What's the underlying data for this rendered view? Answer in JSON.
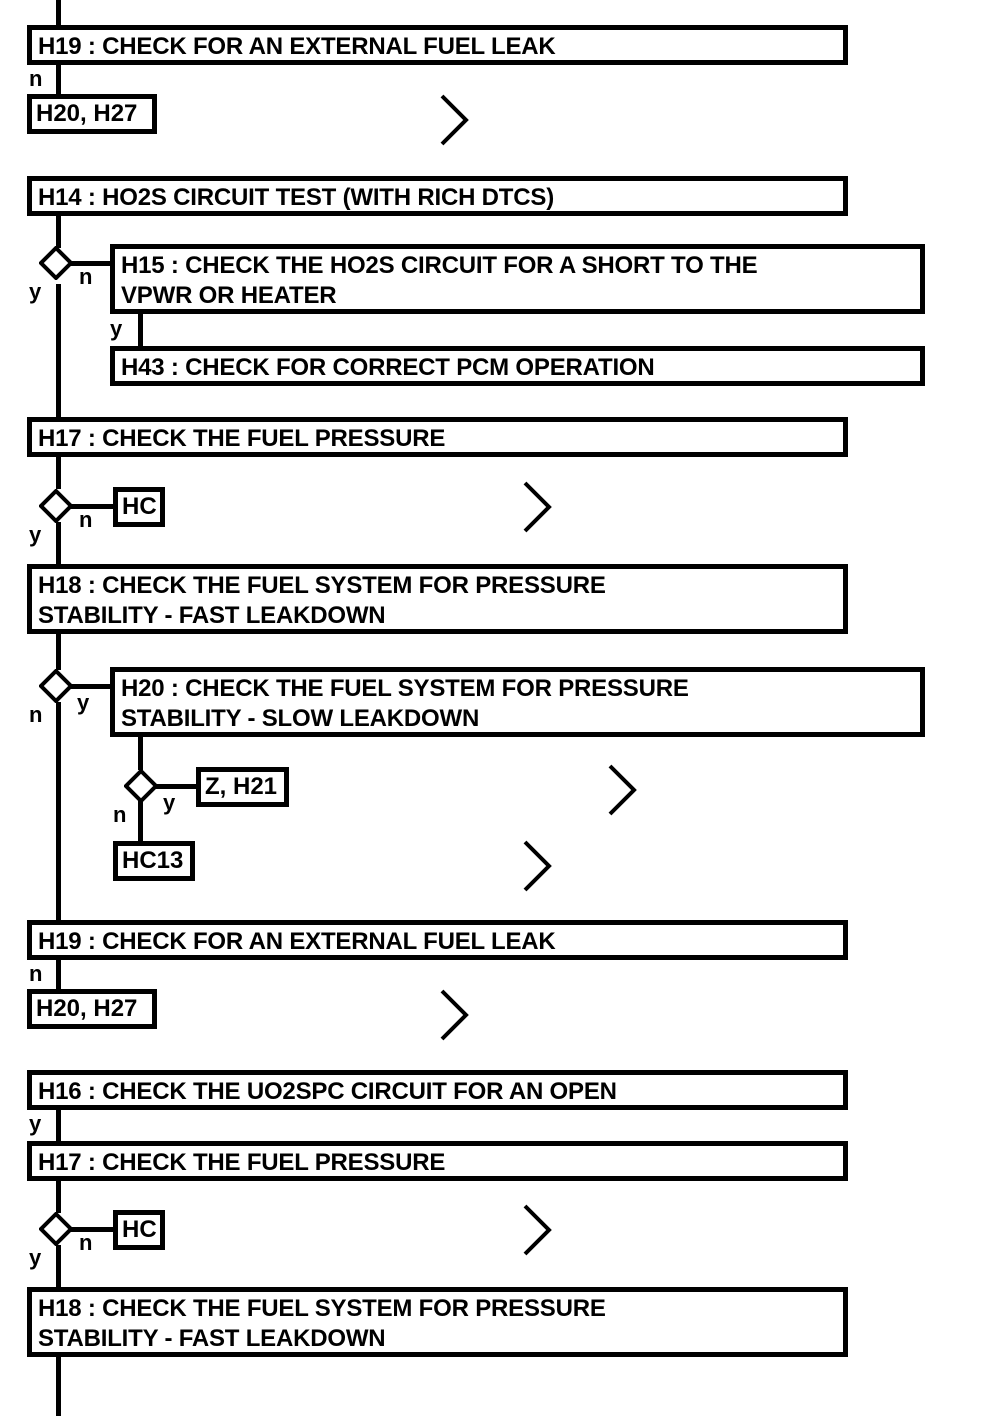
{
  "diagram": {
    "title": "Fuel System Diagnostic Flowchart",
    "stroke_color": "#000000",
    "background_color": "#ffffff",
    "nodes": [
      {
        "id": "h19a",
        "type": "step",
        "label": "H19 : CHECK FOR AN EXTERNAL FUEL LEAK"
      },
      {
        "id": "h20h27a",
        "type": "terminal",
        "label": "H20, H27"
      },
      {
        "id": "h14",
        "type": "step",
        "label": "H14 : HO2S CIRCUIT TEST (WITH RICH DTCS)"
      },
      {
        "id": "h15",
        "type": "step",
        "label": "H15 : CHECK THE HO2S CIRCUIT FOR A SHORT TO THE\nVPWR OR HEATER"
      },
      {
        "id": "h43",
        "type": "step",
        "label": "H43 : CHECK FOR CORRECT PCM OPERATION"
      },
      {
        "id": "h17a",
        "type": "step",
        "label": "H17 : CHECK THE FUEL PRESSURE"
      },
      {
        "id": "hca",
        "type": "terminal",
        "label": "HC"
      },
      {
        "id": "h18a",
        "type": "step",
        "label": "H18 : CHECK THE FUEL SYSTEM FOR PRESSURE\nSTABILITY - FAST LEAKDOWN"
      },
      {
        "id": "h20",
        "type": "step",
        "label": "H20 : CHECK THE FUEL SYSTEM FOR PRESSURE\nSTABILITY - SLOW LEAKDOWN"
      },
      {
        "id": "zh21",
        "type": "terminal",
        "label": "Z, H21"
      },
      {
        "id": "hc13",
        "type": "terminal",
        "label": "HC13"
      },
      {
        "id": "h19b",
        "type": "step",
        "label": "H19 : CHECK FOR AN EXTERNAL FUEL LEAK"
      },
      {
        "id": "h20h27b",
        "type": "terminal",
        "label": "H20, H27"
      },
      {
        "id": "h16",
        "type": "step",
        "label": "H16 : CHECK THE UO2SPC CIRCUIT FOR AN OPEN"
      },
      {
        "id": "h17b",
        "type": "step",
        "label": "H17 : CHECK THE FUEL PRESSURE"
      },
      {
        "id": "hcb",
        "type": "terminal",
        "label": "HC"
      },
      {
        "id": "h18b",
        "type": "step",
        "label": "H18 : CHECK THE FUEL SYSTEM FOR PRESSURE\nSTABILITY - FAST LEAKDOWN"
      }
    ],
    "branch_labels": {
      "h19a_n": "n",
      "d1_y": "y",
      "d1_n": "n",
      "h15_y": "y",
      "d2_y": "y",
      "d2_n": "n",
      "d3_n": "n",
      "d3_y": "y",
      "d4_n": "n",
      "d4_y": "y",
      "h19b_n": "n",
      "h16_y": "y",
      "d5_y": "y",
      "d5_n": "n"
    },
    "markers": {
      "chevron": "chevron-right-marker",
      "count": 5
    }
  }
}
